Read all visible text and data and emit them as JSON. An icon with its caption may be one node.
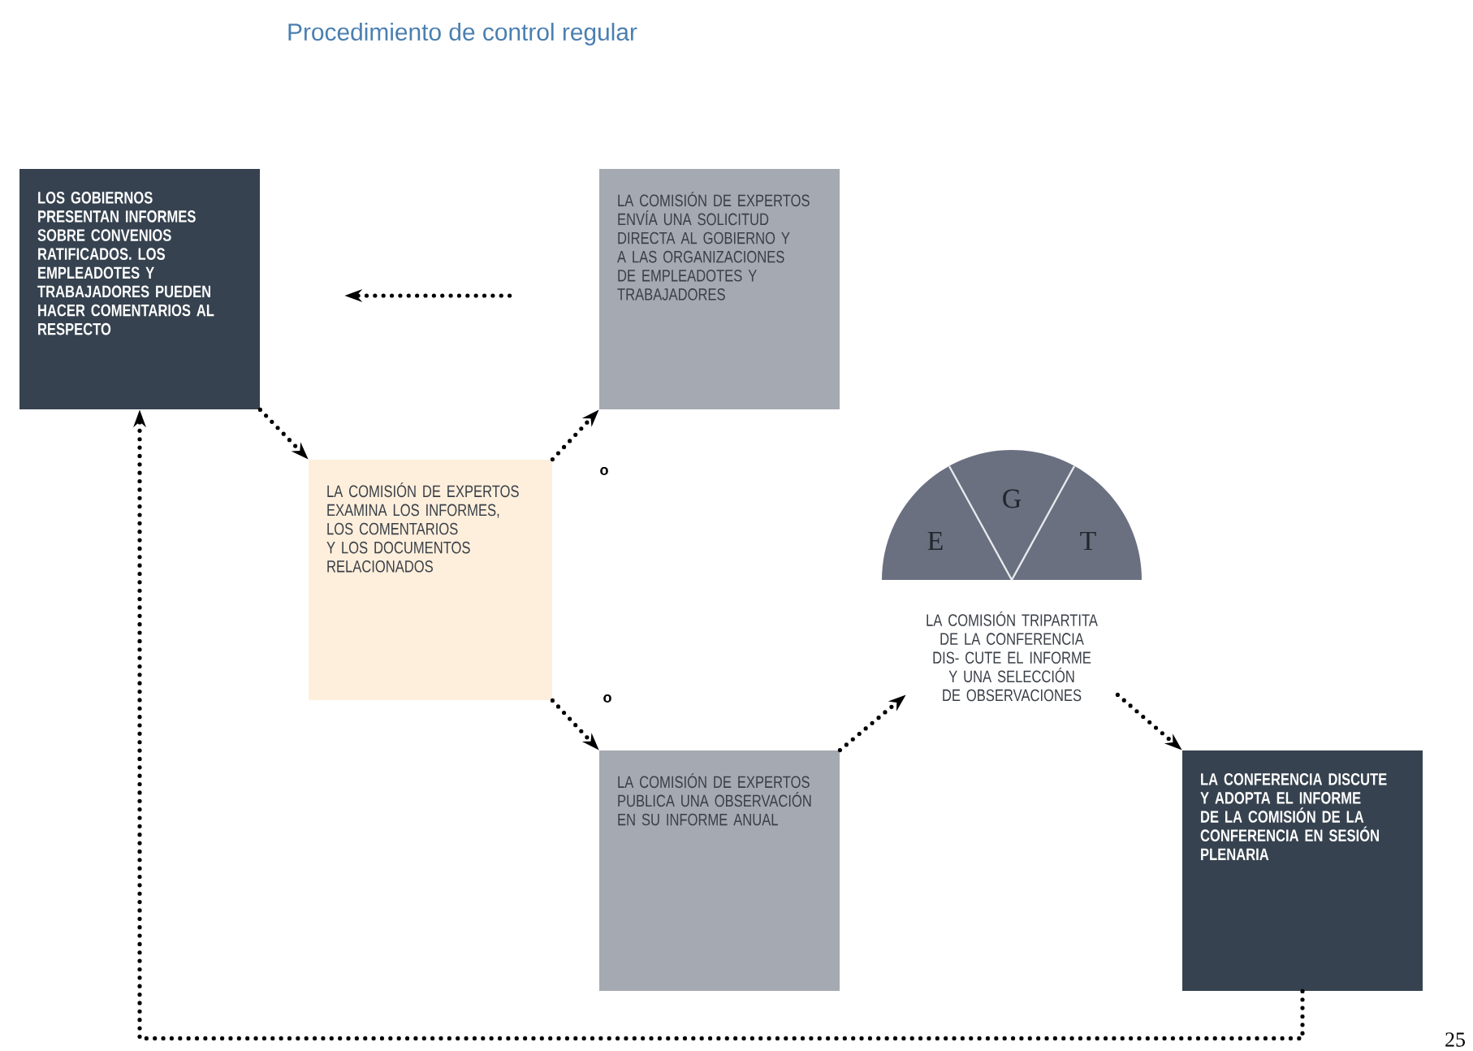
{
  "diagram": {
    "title": "Procedimiento de control regular",
    "nodes": [
      {
        "text": [
          "LOS GOBIERNOS PRESENTAN INFORMES SOBRE CONVENIOS RATIFICADOS. LOS EMPLEADOTES Y TRABAJADORES PUEDEN HACER COMENTARIOS AL RESPECTO"
        ]
      },
      {
        "text": [
          "LA COMISIÓN DE EXPERTOS ENVÍA UNA SOLICITUD DIRECTA AL GOBIERNO Y A LAS ORGANIZACIONES DE EMPLEADOTES Y TRABAJADORES"
        ]
      },
      {
        "text": [
          "LA COMISIÓN DE EXPERTOS EXAMINA LOS INFORMES, LOS COMENTARIOS Y LOS DOCUMENTOS RELACIONADOS"
        ]
      },
      {
        "text": [
          "E",
          "G",
          "T"
        ]
      },
      {
        "text": [
          "LA COMISIÓN TRIPARTITA DE LA CONFERENCIA DIS- CUTE EL INFORME Y UNA SELECCIÓN DE OBSERVACIONES"
        ]
      },
      {
        "text": [
          "LA COMISIÓN DE EXPERTOS PUBLICA UNA OBSERVACIÓN EN SU INFORME ANUAL"
        ]
      },
      {
        "text": [
          "LA CONFERENCIA DISCUTE Y ADOPTA EL INFORME DE LA COMISIÓN DE LA CONFERENCIA EN SESIÓN PLENARIA"
        ]
      }
    ],
    "edges": [
      {
        "from": 0,
        "to": 2,
        "arrow": "to"
      },
      {
        "from": 2,
        "to": 1,
        "arrow": "to"
      },
      {
        "from": 1,
        "to": 0,
        "arrow": "to"
      },
      {
        "from": 2,
        "to": 5,
        "arrow": "to"
      },
      {
        "from": 5,
        "to": 4,
        "arrow": "to"
      },
      {
        "from": 4,
        "to": 6,
        "arrow": "to"
      },
      {
        "from": 6,
        "to": 0,
        "arrow": "to"
      }
    ],
    "labels": [
      "o",
      "o",
      "25"
    ]
  }
}
